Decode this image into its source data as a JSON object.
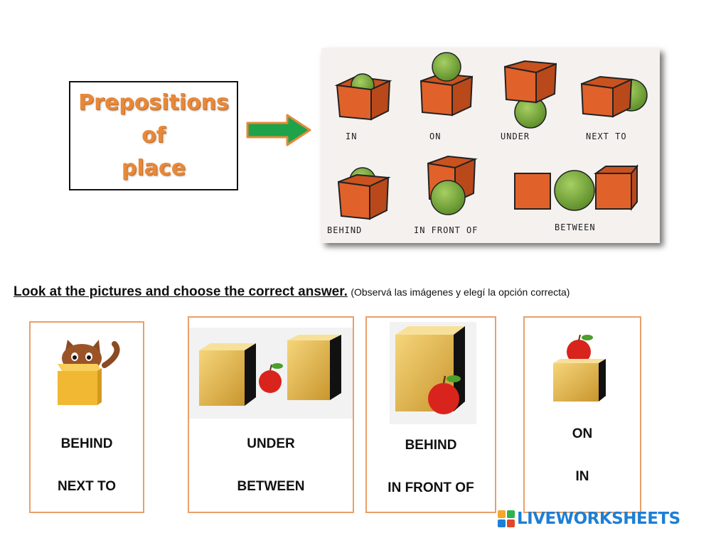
{
  "title": {
    "lines": [
      "Prepositions",
      "of",
      "place"
    ]
  },
  "reference": {
    "labels": [
      "IN",
      "ON",
      "UNDER",
      "NEXT TO",
      "BEHIND",
      "IN FRONT OF",
      "BETWEEN"
    ]
  },
  "instruction": {
    "main": "Look at the pictures and choose the correct answer.",
    "sub": "(Observá las imágenes y elegí la opción correcta)"
  },
  "cards": [
    {
      "options": [
        "BEHIND",
        "NEXT TO"
      ]
    },
    {
      "options": [
        "UNDER",
        "BETWEEN"
      ]
    },
    {
      "options": [
        "BEHIND",
        "IN FRONT OF"
      ]
    },
    {
      "options": [
        "ON",
        "IN"
      ]
    }
  ],
  "logo": {
    "text": "LIVEWORKSHEETS"
  },
  "colors": {
    "title": "#e7893a",
    "card_border": "#e8a06a",
    "arrow": "#1fa34a",
    "box": "#e0622a",
    "ball": "#7cae3a",
    "logo": "#1d7fd6"
  }
}
